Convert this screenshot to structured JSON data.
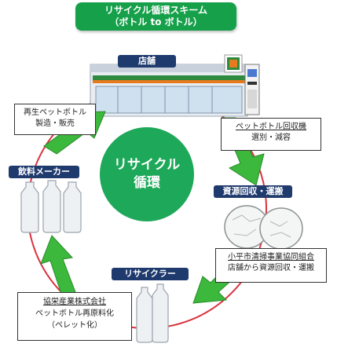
{
  "title": {
    "line1": "リサイクル循環スキーム",
    "line2": "（ボトル to ボトル）"
  },
  "center": {
    "line1": "リサイクル",
    "line2": "循環"
  },
  "labels": {
    "store": "店舗",
    "beverage_maker": "飲料メーカー",
    "collection": "資源回収・運搬",
    "recycler": "リサイクラー"
  },
  "boxes": {
    "remanufacture": {
      "line1": "再生ペットボトル",
      "line2": "製造・販売"
    },
    "collector_machine": {
      "line1": "ペットボトル回収機",
      "line2": "選別・減容"
    },
    "union": {
      "line1": "小平市清掃事業協同組合",
      "line2": "店舗から資源回収・運搬"
    },
    "recycler_company": {
      "line1": "協栄産業株式会社",
      "line2": "ペットボトル再原料化",
      "line3": "（ペレット化）"
    }
  },
  "colors": {
    "green": "#1ea85a",
    "arrow_green": "#3cb83c",
    "navy": "#1f3a6d",
    "red": "#d9333f"
  }
}
